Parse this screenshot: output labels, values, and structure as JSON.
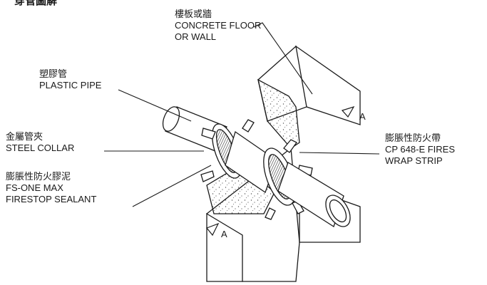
{
  "header": {
    "title": "穿管圖解"
  },
  "labels": {
    "floor": {
      "zh": "樓板或牆",
      "en1": "CONCRETE FLOOR",
      "en2": "OR WALL"
    },
    "pipe": {
      "zh": "塑膠管",
      "en1": "PLASTIC PIPE"
    },
    "collar": {
      "zh": "金屬管夾",
      "en1": "STEEL COLLAR"
    },
    "sealant": {
      "zh": "膨脹性防火膠泥",
      "en1": "FS-ONE MAX",
      "en2": "FIRESTOP SEALANT"
    },
    "strip": {
      "zh": "膨脹性防火帶",
      "en1": "CP 648-E FIRES",
      "en2": "WRAP STRIP"
    }
  },
  "section_marks": {
    "upper": "A",
    "lower": "A"
  },
  "colors": {
    "line": "#1a1a1a",
    "fill": "#ffffff",
    "stipple": "#555555",
    "hatch": "#333333"
  }
}
